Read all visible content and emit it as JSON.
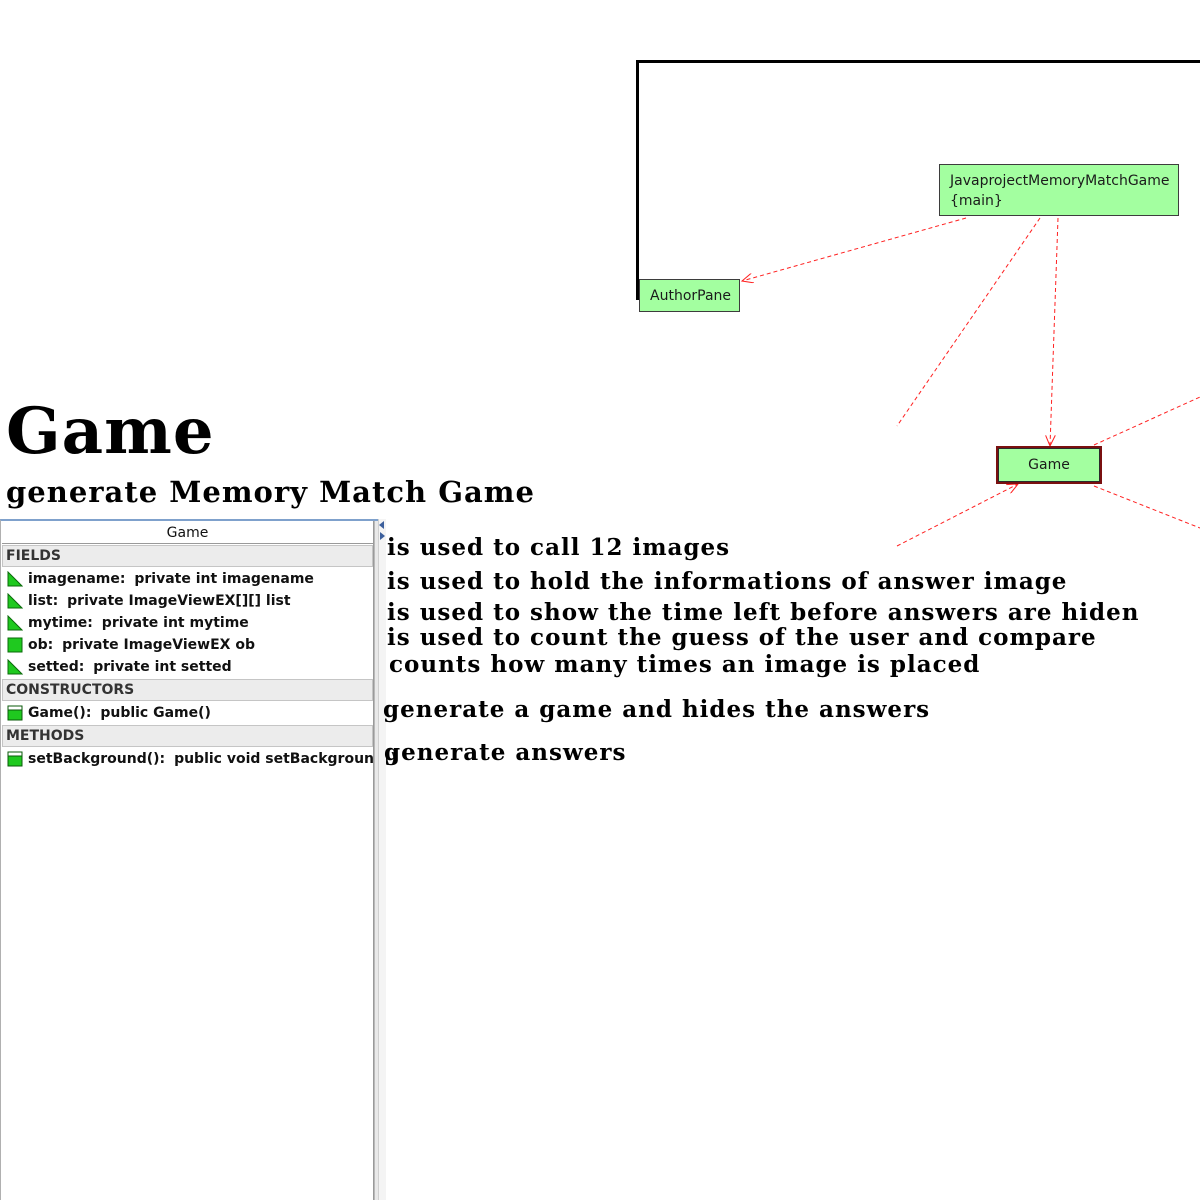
{
  "diagram": {
    "nodes": {
      "main": {
        "name": "JavaprojectMemoryMatchGame",
        "stereotype": "{main}"
      },
      "author": {
        "name": "AuthorPane"
      },
      "game": {
        "name": "Game"
      }
    },
    "colors": {
      "node_fill": "#a3ffa0",
      "dependency_line": "#ff2020",
      "selected_border": "#7a1010"
    }
  },
  "page": {
    "title": "Game",
    "subtitle": "generate Memory Match Game"
  },
  "class_panel": {
    "title": "Game",
    "sections": {
      "fields": {
        "header": "FIELDS",
        "items": [
          {
            "label": "imagename:",
            "signature": "private int imagename",
            "icon": "private-field-icon"
          },
          {
            "label": "list:",
            "signature": "private ImageViewEX[][] list",
            "icon": "private-field-icon"
          },
          {
            "label": "mytime:",
            "signature": "private int mytime",
            "icon": "private-field-icon"
          },
          {
            "label": "ob:",
            "signature": "private ImageViewEX ob",
            "icon": "public-field-icon"
          },
          {
            "label": "setted:",
            "signature": "private int setted",
            "icon": "private-field-icon"
          }
        ]
      },
      "constructors": {
        "header": "CONSTRUCTORS",
        "items": [
          {
            "label": "Game():",
            "signature": "public Game()",
            "icon": "public-method-icon"
          }
        ]
      },
      "methods": {
        "header": "METHODS",
        "items": [
          {
            "label": "setBackground():",
            "signature": "public void setBackground()",
            "icon": "public-method-icon"
          }
        ]
      }
    }
  },
  "descriptions": [
    "is used to call 12 images",
    "is used to hold the informations of answer image",
    "is used to show the time left before answers are hiden",
    "is used to count the guess of the user and compare",
    "counts how many times an image is placed",
    "generate a game and hides the answers",
    "generate answers"
  ]
}
